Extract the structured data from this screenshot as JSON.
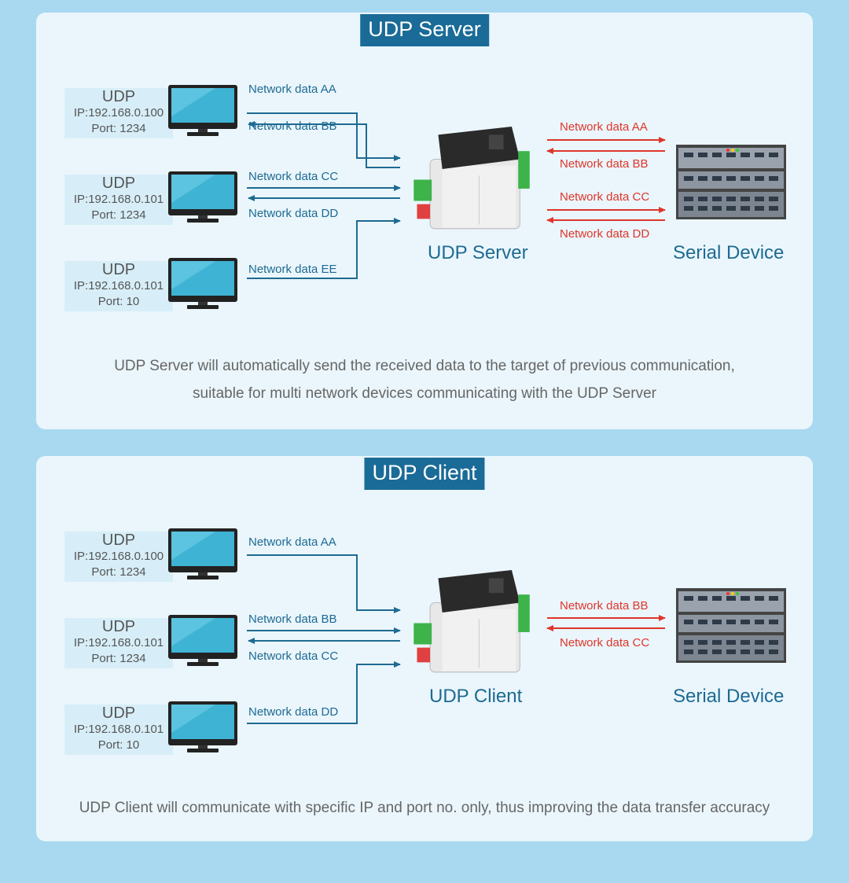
{
  "server": {
    "title": "UDP Server",
    "pcs": [
      {
        "proto": "UDP",
        "ip": "IP:192.168.0.100",
        "port": "Port: 1234"
      },
      {
        "proto": "UDP",
        "ip": "IP:192.168.0.101",
        "port": "Port: 1234"
      },
      {
        "proto": "UDP",
        "ip": "IP:192.168.0.101",
        "port": "Port: 10"
      }
    ],
    "net_labels": [
      "Network data AA",
      "Network data BB",
      "Network data CC",
      "Network data DD",
      "Network data EE"
    ],
    "serial_labels": [
      "Network data AA",
      "Network data BB",
      "Network data CC",
      "Network data DD"
    ],
    "device_caption": "UDP Server",
    "serial_caption": "Serial Device",
    "description": [
      "UDP Server will automatically send the received data to the target of previous communication,",
      "suitable for multi network devices communicating with the UDP Server"
    ]
  },
  "client": {
    "title": "UDP Client",
    "pcs": [
      {
        "proto": "UDP",
        "ip": "IP:192.168.0.100",
        "port": "Port: 1234"
      },
      {
        "proto": "UDP",
        "ip": "IP:192.168.0.101",
        "port": "Port: 1234"
      },
      {
        "proto": "UDP",
        "ip": "IP:192.168.0.101",
        "port": "Port: 10"
      }
    ],
    "net_labels": [
      "Network data AA",
      "Network data BB",
      "Network data CC",
      "Network data DD"
    ],
    "serial_labels": [
      "Network data BB",
      "Network data CC"
    ],
    "device_caption": "UDP Client",
    "serial_caption": "Serial Device",
    "description": [
      "UDP Client will communicate with specific IP and port no. only, thus improving the data transfer accuracy"
    ]
  },
  "colors": {
    "background": "#a9d9f0",
    "panel": "#eaf6fc",
    "title_badge": "#1a6b97",
    "network_arrow": "#1e6a92",
    "serial_arrow": "#e0352b",
    "label_box": "#d7eef8",
    "monitor_screen": "#3fb3d3"
  },
  "icons": [
    "monitor-icon",
    "converter-device-icon",
    "server-rack-icon"
  ]
}
